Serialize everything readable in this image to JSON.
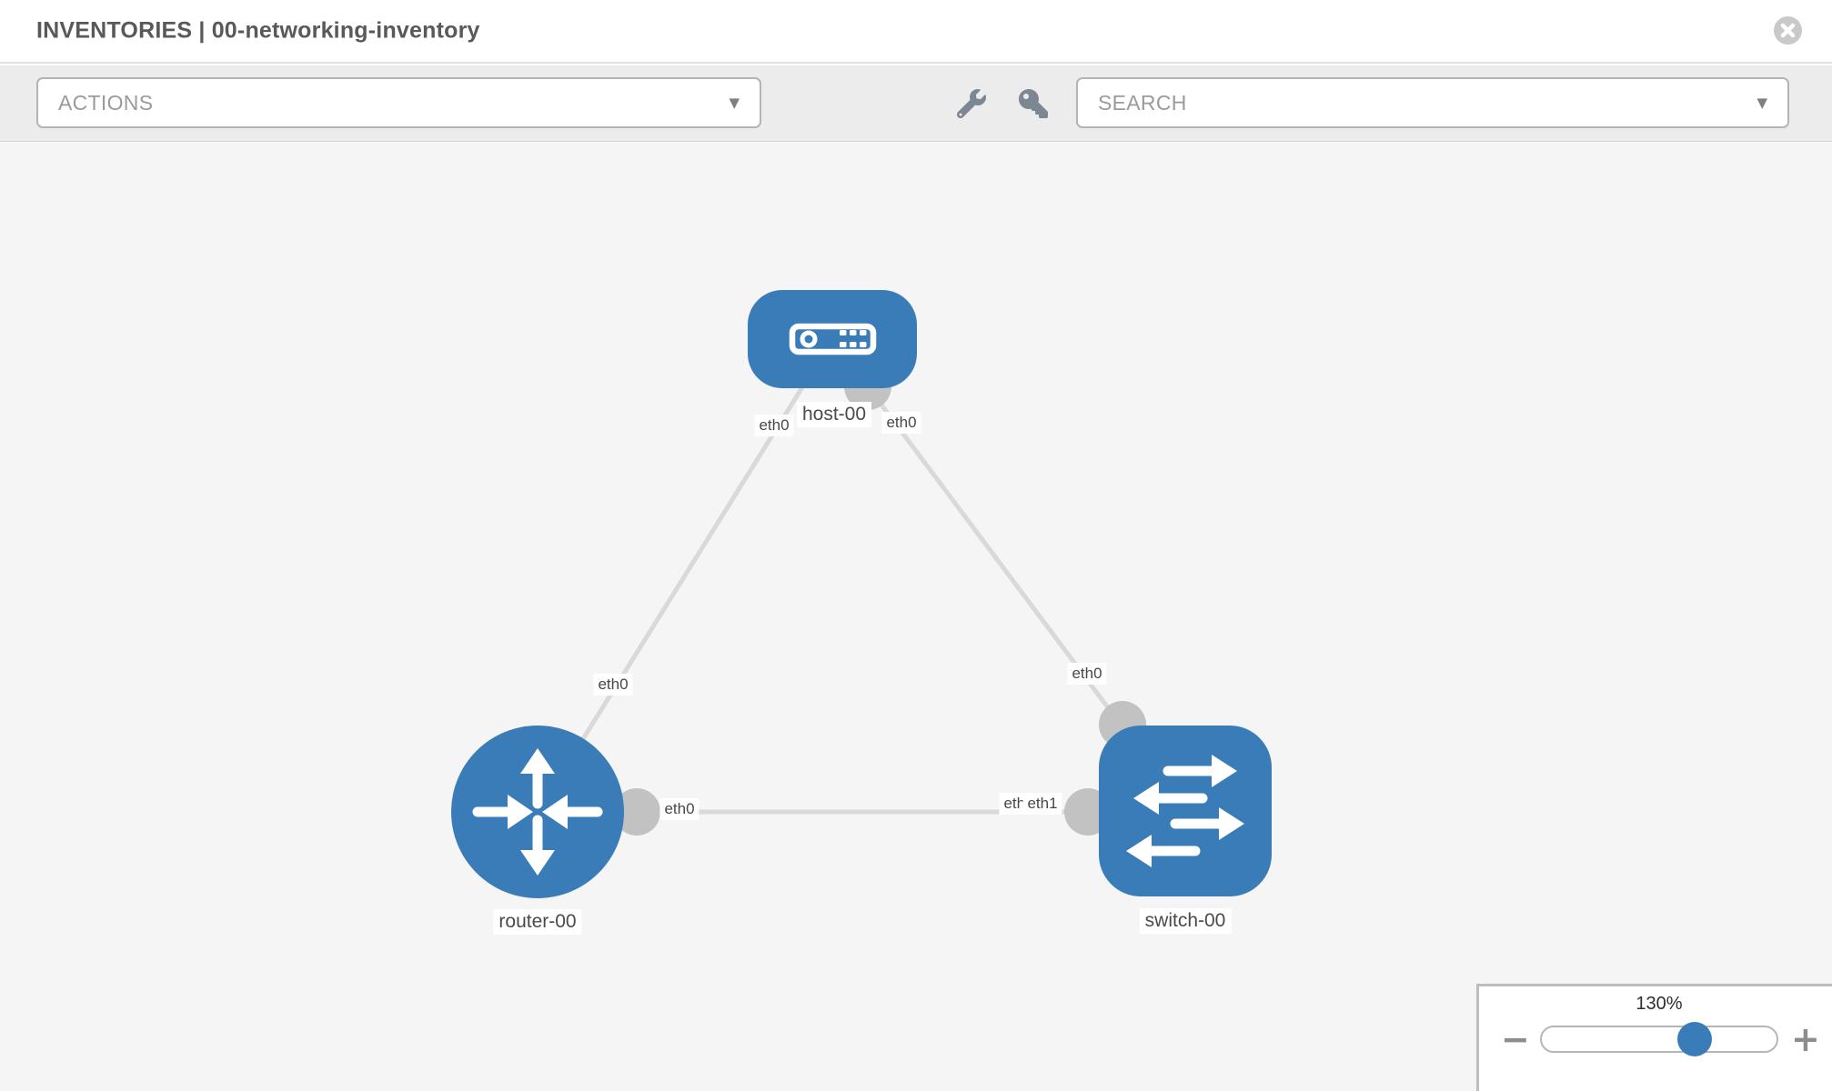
{
  "header": {
    "title": "INVENTORIES | 00-networking-inventory"
  },
  "toolbar": {
    "actions_label": "ACTIONS",
    "search_label": "SEARCH"
  },
  "icons": {
    "caret": "▼",
    "minus": "−",
    "plus": "+"
  },
  "topology": {
    "nodes": [
      {
        "id": "host-00",
        "type": "host",
        "label": "host-00"
      },
      {
        "id": "router-00",
        "type": "router",
        "label": "router-00"
      },
      {
        "id": "switch-00",
        "type": "switch",
        "label": "switch-00"
      }
    ],
    "links": [
      {
        "from": "host-00",
        "to": "router-00",
        "from_interface": "eth0",
        "to_interface": "eth0"
      },
      {
        "from": "host-00",
        "to": "switch-00",
        "from_interface": "eth0",
        "to_interface": "eth0"
      },
      {
        "from": "router-00",
        "to": "switch-00",
        "from_interface": "eth0",
        "to_interface": "eth1",
        "overlapped_label": "eth0"
      }
    ]
  },
  "zoom_control": {
    "level": "130%"
  },
  "colors": {
    "node_fill": "#3a7cb8",
    "edge": "#d9d9d9",
    "endpoint": "#c2c2c2",
    "canvas_bg": "#f5f5f5"
  }
}
